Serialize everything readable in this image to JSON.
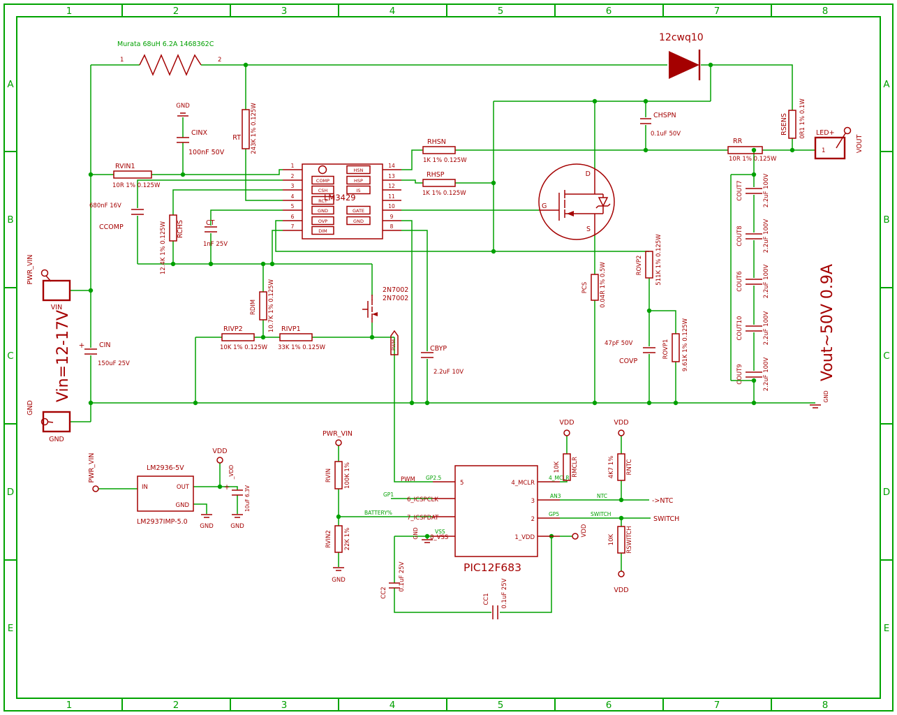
{
  "frame": {
    "cols": [
      "1",
      "2",
      "3",
      "4",
      "5",
      "6",
      "7",
      "8"
    ],
    "rows": [
      "A",
      "B",
      "C",
      "D",
      "E"
    ]
  },
  "notes": {
    "vin": "Vin=12-17V",
    "vout": "Vout~50V 0.9A"
  },
  "c": {
    "l1": {
      "info": "Murata 68uH 6.2A 1468362C",
      "p1": "1",
      "p2": "2"
    },
    "d1": {
      "name": "12cwq10"
    },
    "cinx": {
      "name": "CINX",
      "value": "100nF 50V",
      "gnd": "GND"
    },
    "rt": {
      "name": "RT",
      "value": "243K 1% 0.125W"
    },
    "rvin1": {
      "name": "RVIN1",
      "value": "10R 1% 0.125W"
    },
    "ccomp": {
      "name": "CCOMP",
      "value": "680nF 16V"
    },
    "rchs": {
      "name": "RCHS",
      "value": "12.4K 1% 0.125W"
    },
    "ct": {
      "name": "CT",
      "value": "1nF 25V"
    },
    "u1": {
      "name": "LM3429",
      "pl": [
        "1",
        "2",
        "3",
        "4",
        "5",
        "6",
        "7"
      ],
      "pr": [
        "14",
        "13",
        "12",
        "11",
        "10",
        "9",
        "8"
      ],
      "bl": [
        "COMP",
        "CSH",
        "RCT",
        "GND",
        "OVP",
        "DIM"
      ],
      "br": [
        "HSN",
        "HSP",
        "IS",
        "GATE",
        "GND"
      ]
    },
    "rhsn": {
      "name": "RHSN",
      "value": "1K 1% 0.125W"
    },
    "rhsp": {
      "name": "RHSP",
      "value": "1K 1% 0.125W"
    },
    "q1": {
      "d": "D",
      "g": "G",
      "s": "S"
    },
    "chspn": {
      "name": "CHSPN",
      "value": "0.1uF 50V"
    },
    "rr": {
      "name": "RR",
      "value": "10R 1% 0.125W"
    },
    "rsens": {
      "name": "RSENS",
      "value": "0R1 1% 0.1W"
    },
    "led": {
      "name": "LED+",
      "pin": "1",
      "net": "VOUT"
    },
    "couts": [
      {
        "name": "COUT7",
        "value": "2.2uF 100V"
      },
      {
        "name": "COUT8",
        "value": "2.2uF 100V"
      },
      {
        "name": "COUT6",
        "value": "2.2uF 100V"
      },
      {
        "name": "COUT10",
        "value": "2.2uF 100V"
      },
      {
        "name": "COUT9",
        "value": "2.2uF 100V"
      }
    ],
    "rovp2": {
      "name": "ROVP2",
      "value": "511K 1% 0.125W"
    },
    "pcs": {
      "name": "PCS",
      "value": "0.04R 1% 0.5W"
    },
    "covp": {
      "name": "COVP",
      "value": "47pF 50V"
    },
    "rovp1": {
      "name": "ROVP1",
      "value": "9.61K 1% 0.125W"
    },
    "cbyp": {
      "name": "CBYP",
      "value": "2.2uF 10V"
    },
    "q2": {
      "name": "2N7002",
      "value": "2N7002",
      "flag": "PWM"
    },
    "rdim": {
      "name": "RDIM",
      "value": "10.7K 1% 0.125W"
    },
    "rivp2": {
      "name": "RIVP2",
      "value": "10K 1% 0.125W"
    },
    "rivp1": {
      "name": "RIVP1",
      "value": "33K 1% 0.125W"
    },
    "jvin": {
      "name": "PWR_VIN",
      "net": "VIN"
    },
    "cin": {
      "name": "CIN",
      "value": "150uF 25V",
      "plus": "+"
    },
    "jgnd": {
      "name": "GND",
      "net": "GND"
    },
    "gnd_rail": {
      "label": "GND"
    },
    "reg": {
      "name": "LM2936-5V",
      "value": "LM2937IMP-5.0",
      "pin_in": "IN",
      "pin_out": "OUT",
      "pin_gnd": "GND",
      "pwr": "PWR_VIN",
      "vdd": "VDD",
      "vdd_net": "_VDD",
      "cap": "10uF 6.3V",
      "plus": "+",
      "gnd1": "GND",
      "gnd2": "GND"
    },
    "pwr2": {
      "label": "PWR_VIN"
    },
    "rvin": {
      "name": "RVIN",
      "value": "100K 1%"
    },
    "rvin2": {
      "name": "RVIN2",
      "value": "22K 1%",
      "gnd": "GND"
    },
    "pic": {
      "name": "PIC12F683",
      "p5": "5",
      "p4": "4_MCLR",
      "p3": "3",
      "p2": "2",
      "p1": "1_VDD",
      "p6": "6_ICSPCLK",
      "p7": "7_ICSPDAT",
      "p8": "8_VSS",
      "pwm": "PWM",
      "gp25": "GP2.5",
      "gp1": "GP1",
      "battery": "BATTERY%",
      "gnd": "GND",
      "vss": "VSS",
      "an3": "AN3",
      "gp5": "GP5",
      "mclr": "4_MCLR",
      "ntc": "NTC",
      "ntc_label": "->NTC",
      "switch": "SWITCH",
      "switch_label": "SWITCH"
    },
    "rmclr": {
      "name": "RMCLR",
      "value": "10K",
      "vdd": "VDD"
    },
    "rntc": {
      "name": "RNTC",
      "value": "4K7 1%",
      "vdd": "VDD"
    },
    "rswitch": {
      "name": "RSWITCH",
      "value": "10K",
      "vdd": "VDD"
    },
    "cc2": {
      "name": "CC2",
      "value": "0.1uF 25V"
    },
    "cc1": {
      "name": "CC1",
      "value": "0.1uF 25V"
    },
    "vdd_pin1": {
      "label": "VDD"
    }
  }
}
